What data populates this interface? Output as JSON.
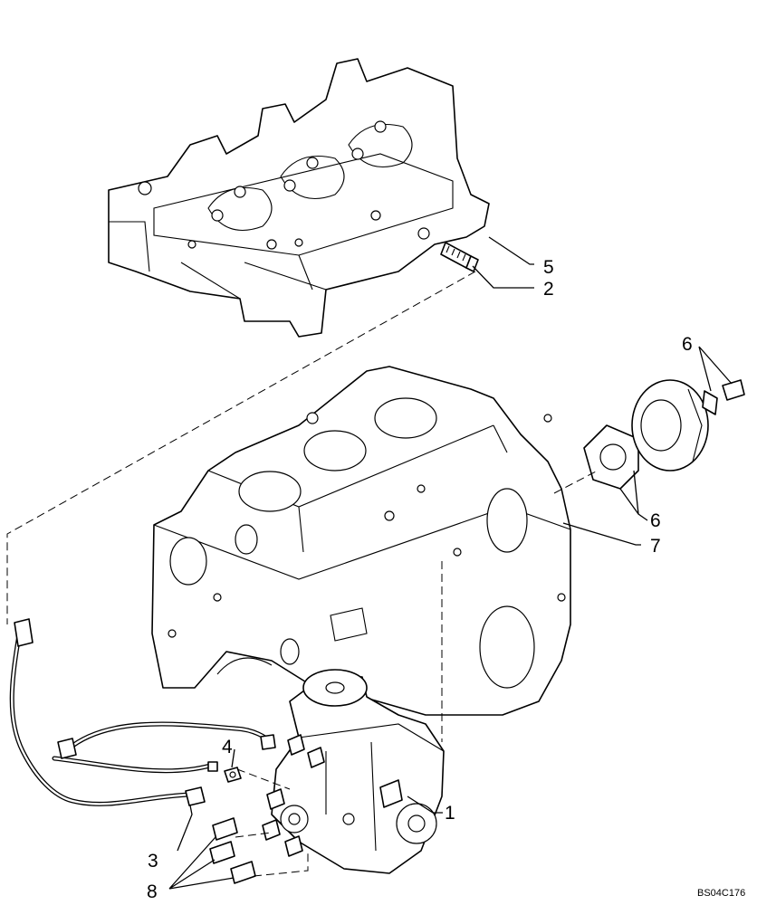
{
  "callouts": {
    "c1": "1",
    "c2": "2",
    "c3": "3",
    "c4": "4",
    "c5": "5",
    "c6a": "6",
    "c6b": "6",
    "c7": "7",
    "c8": "8"
  },
  "drawing_code": "BS04C176"
}
